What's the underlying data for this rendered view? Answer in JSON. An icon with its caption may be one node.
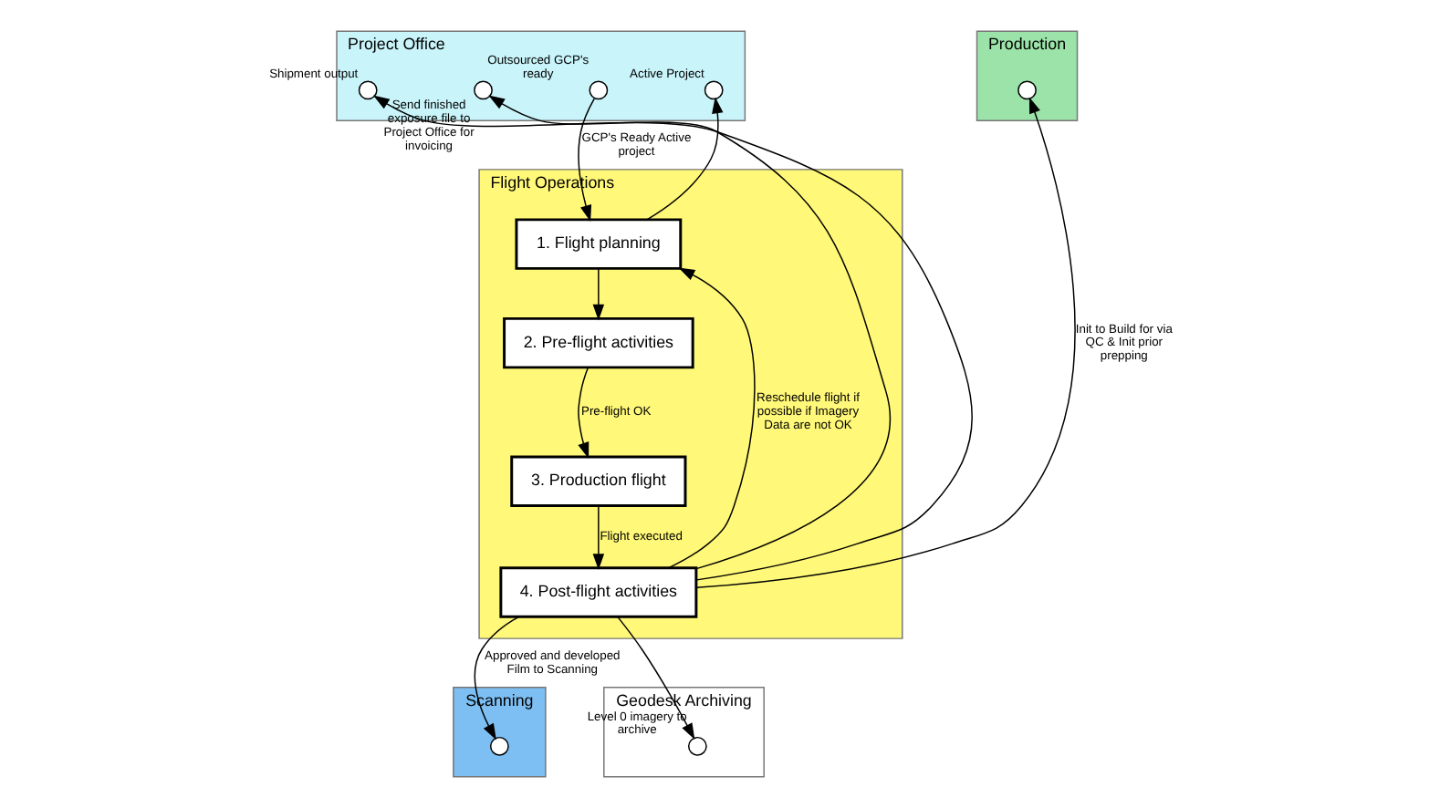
{
  "diagram": {
    "nodes": [
      {
        "text": [
          "Project Office"
        ]
      },
      {
        "text": [
          "Production"
        ]
      },
      {
        "text": [
          "Flight Operations"
        ]
      },
      {
        "text": [
          "Scanning"
        ]
      },
      {
        "text": [
          "Geodesk Archiving"
        ]
      },
      {
        "text": [],
        "shape": "circle",
        "in": 0,
        "beside": [
          "Active Project"
        ]
      },
      {
        "text": [],
        "shape": "circle",
        "in": 0,
        "beside": [
          "Outsourced GCP's ready"
        ]
      },
      {
        "text": [],
        "shape": "circle",
        "in": 0,
        "beside": [
          "Send finished exposure file to Project Office for invoicing"
        ]
      },
      {
        "text": [],
        "shape": "circle",
        "in": 0,
        "beside": [
          "Shipment output"
        ]
      },
      {
        "text": [],
        "shape": "circle",
        "in": 1
      },
      {
        "text": [
          "1. Flight planning"
        ],
        "in": 2
      },
      {
        "text": [
          "2. Pre-flight activities"
        ],
        "in": 2
      },
      {
        "text": [
          "3. Production flight"
        ],
        "in": 2
      },
      {
        "text": [
          "4. Post-flight activities"
        ],
        "in": 2
      },
      {
        "text": [],
        "shape": "circle",
        "in": 3
      },
      {
        "text": [],
        "shape": "circle",
        "in": 4,
        "beside": [
          "Level 0 imagery to archive"
        ]
      }
    ],
    "edges": [
      {
        "from": 10,
        "to": 5,
        "arrow": "to"
      },
      {
        "from": 6,
        "to": 10,
        "arrow": "to",
        "label": "GCP's Ready Active project"
      },
      {
        "from": 10,
        "to": 11,
        "arrow": "to"
      },
      {
        "from": 11,
        "to": 12,
        "arrow": "to",
        "label": "Pre-flight OK"
      },
      {
        "from": 12,
        "to": 13,
        "arrow": "to",
        "label": "Flight executed"
      },
      {
        "from": 13,
        "to": 10,
        "arrow": "to",
        "label": "Reschedule flight if possible if Imagery Data are not OK"
      },
      {
        "from": 13,
        "to": 7,
        "arrow": "to"
      },
      {
        "from": 13,
        "to": 9,
        "arrow": "to",
        "label": "Init to Build for via QC & Init prior prepping"
      },
      {
        "from": 13,
        "to": 8,
        "arrow": "to"
      },
      {
        "from": 13,
        "to": 14,
        "arrow": "to",
        "label": "Approved and developed Film to Scanning"
      },
      {
        "from": 13,
        "to": 15,
        "arrow": "to"
      }
    ]
  }
}
